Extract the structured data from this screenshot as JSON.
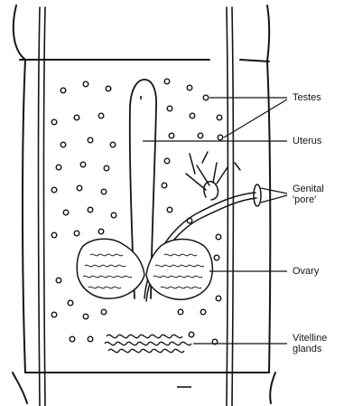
{
  "diagram": {
    "labels": {
      "testes": "Testes",
      "uterus": "Uterus",
      "genital_pore": "Genital 'pore'",
      "ovary": "Ovary",
      "vitelline_glands": "Vitelline glands"
    },
    "colors": {
      "ink": "#151515",
      "background": "#ffffff"
    }
  }
}
